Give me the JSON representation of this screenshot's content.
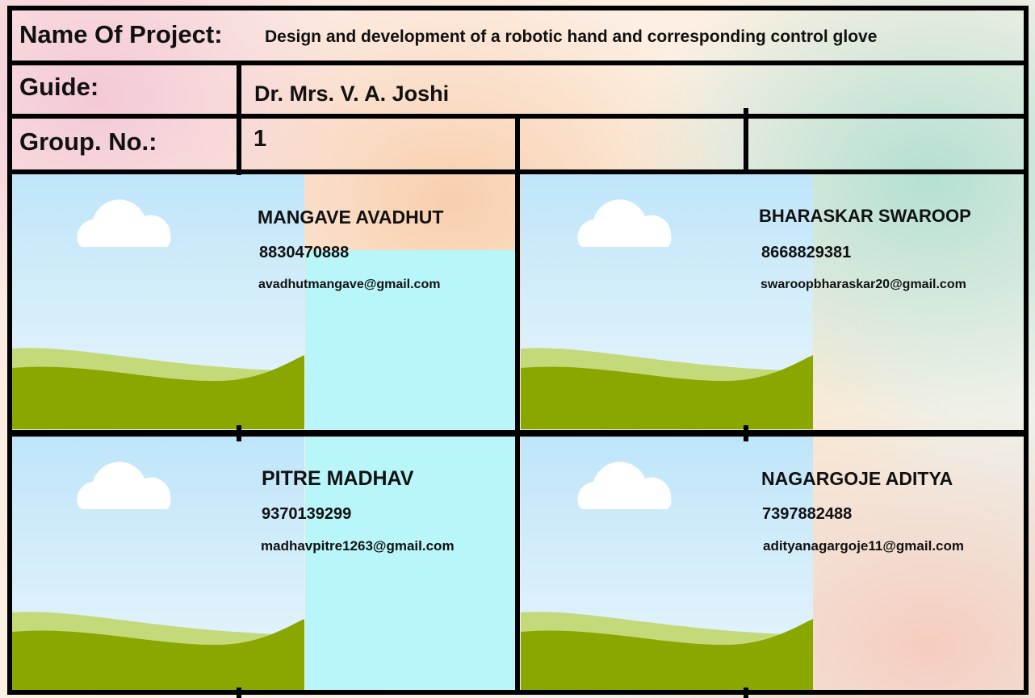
{
  "header": {
    "project_label": "Name Of Project:",
    "project_value": "Design and development of a robotic hand and corresponding control glove",
    "guide_label": "Guide:",
    "guide_value": "Dr. Mrs. V. A. Joshi",
    "group_label": "Group. No.:",
    "group_value": "1"
  },
  "members": [
    {
      "name": "MANGAVE AVADHUT",
      "phone": "8830470888",
      "email": "avadhutmangave@gmail.com",
      "photo_icon": "image-placeholder-icon"
    },
    {
      "name": "BHARASKAR SWAROOP",
      "phone": "8668829381",
      "email": "swaroopbharaskar20@gmail.com",
      "photo_icon": "image-placeholder-icon"
    },
    {
      "name": "PITRE MADHAV",
      "phone": "9370139299",
      "email": "madhavpitre1263@gmail.com",
      "photo_icon": "image-placeholder-icon"
    },
    {
      "name": "NAGARGOJE ADITYA",
      "phone": "7397882488",
      "email": "adityanagargoje11@gmail.com",
      "photo_icon": "image-placeholder-icon"
    }
  ],
  "colors": {
    "border": "#000000",
    "cyan_panel": "#b8f6fa",
    "sky_top": "#c2e7fb",
    "grass_dark": "#8aa700",
    "grass_light": "#c3d97a"
  }
}
